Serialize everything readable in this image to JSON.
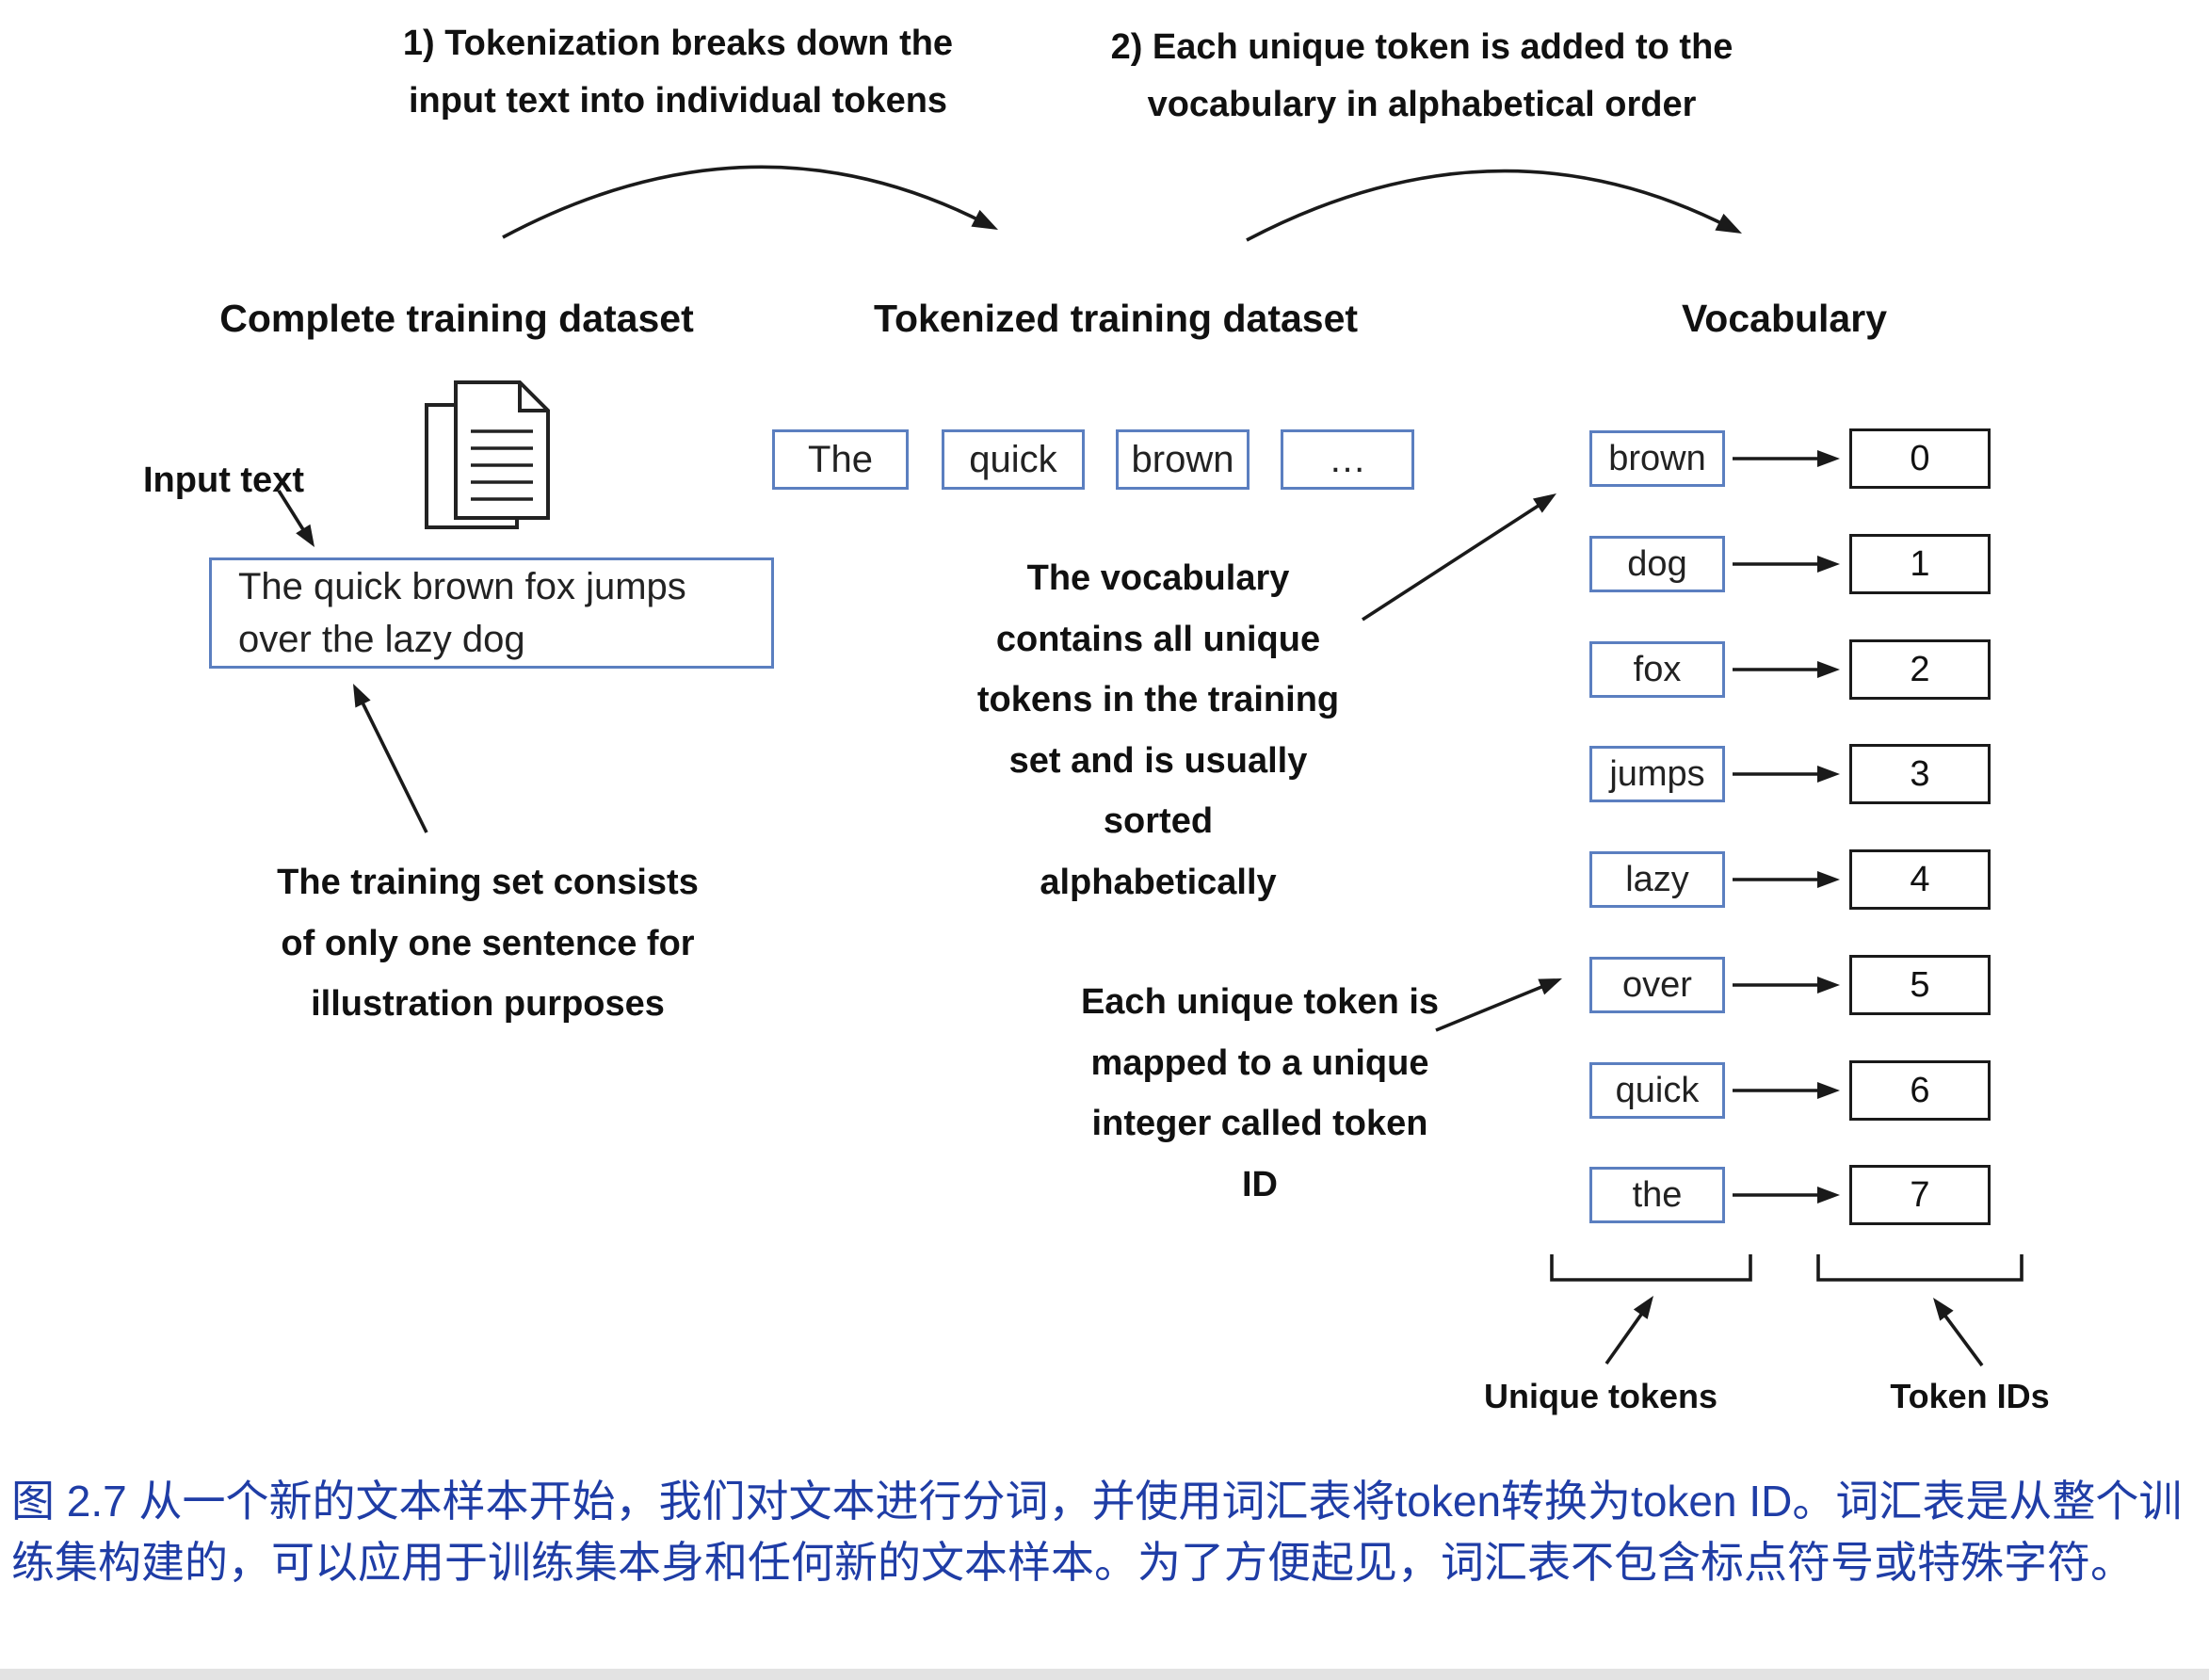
{
  "annotations": {
    "step1": "1) Tokenization breaks down the\ninput text into individual tokens",
    "step2": "2) Each unique token is added to the\nvocabulary in alphabetical order",
    "input_text_label": "Input text",
    "training_set_note": "The training set consists\nof only one sentence for\nillustration purposes",
    "vocab_note": "The vocabulary\ncontains all unique\ntokens in the training\nset and is usually\nsorted\nalphabetically",
    "token_id_note": "Each unique token is\nmapped to a unique\ninteger called token\nID",
    "unique_tokens_label": "Unique tokens",
    "token_ids_label": "Token IDs"
  },
  "headers": {
    "complete": "Complete training dataset",
    "tokenized": "Tokenized training dataset",
    "vocabulary": "Vocabulary"
  },
  "input_box": {
    "text": "The quick brown fox jumps\nover the lazy dog"
  },
  "tokens": [
    "The",
    "quick",
    "brown",
    "…"
  ],
  "vocab": {
    "rows": [
      {
        "token": "brown",
        "id": "0"
      },
      {
        "token": "dog",
        "id": "1"
      },
      {
        "token": "fox",
        "id": "2"
      },
      {
        "token": "jumps",
        "id": "3"
      },
      {
        "token": "lazy",
        "id": "4"
      },
      {
        "token": "over",
        "id": "5"
      },
      {
        "token": "quick",
        "id": "6"
      },
      {
        "token": "the",
        "id": "7"
      }
    ]
  },
  "caption": {
    "text": "图 2.7 从一个新的文本样本开始，我们对文本进行分词，并使用词汇表将token转换为token ID。词汇表是从整个训练集构建的，可以应用于训练集本身和任何新的文本样本。为了方便起见，词汇表不包含标点符号或特殊字符。"
  },
  "colors": {
    "token_box_border": "#5b7fc0",
    "id_box_border": "#1a1a1a",
    "caption_text": "#1f3da6",
    "diagram_text": "#111111"
  }
}
